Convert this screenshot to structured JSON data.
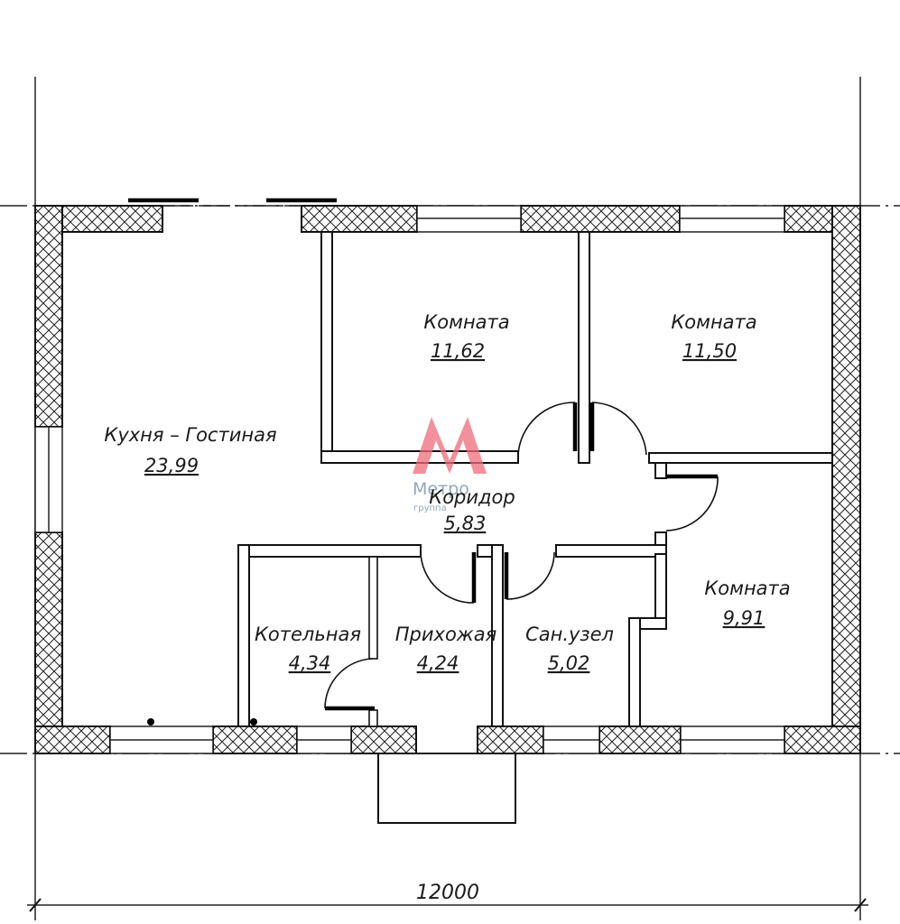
{
  "rooms": [
    {
      "id": "kitchen",
      "name": "Кухня – Гостиная",
      "area": "23,99"
    },
    {
      "id": "room1",
      "name": "Комната",
      "area": "11,62"
    },
    {
      "id": "room2",
      "name": "Комната",
      "area": "11,50"
    },
    {
      "id": "corridor",
      "name": "Коридор",
      "area": "5,83"
    },
    {
      "id": "room3",
      "name": "Комната",
      "area": "9,91"
    },
    {
      "id": "boiler",
      "name": "Котельная",
      "area": "4,34"
    },
    {
      "id": "hall",
      "name": "Прихожая",
      "area": "4,24"
    },
    {
      "id": "bath",
      "name": "Сан.узел",
      "area": "5,02"
    }
  ],
  "dimension": "12000",
  "watermark": {
    "brand": "Метро",
    "subtitle": "группа",
    "color": "#ef6b7a"
  }
}
